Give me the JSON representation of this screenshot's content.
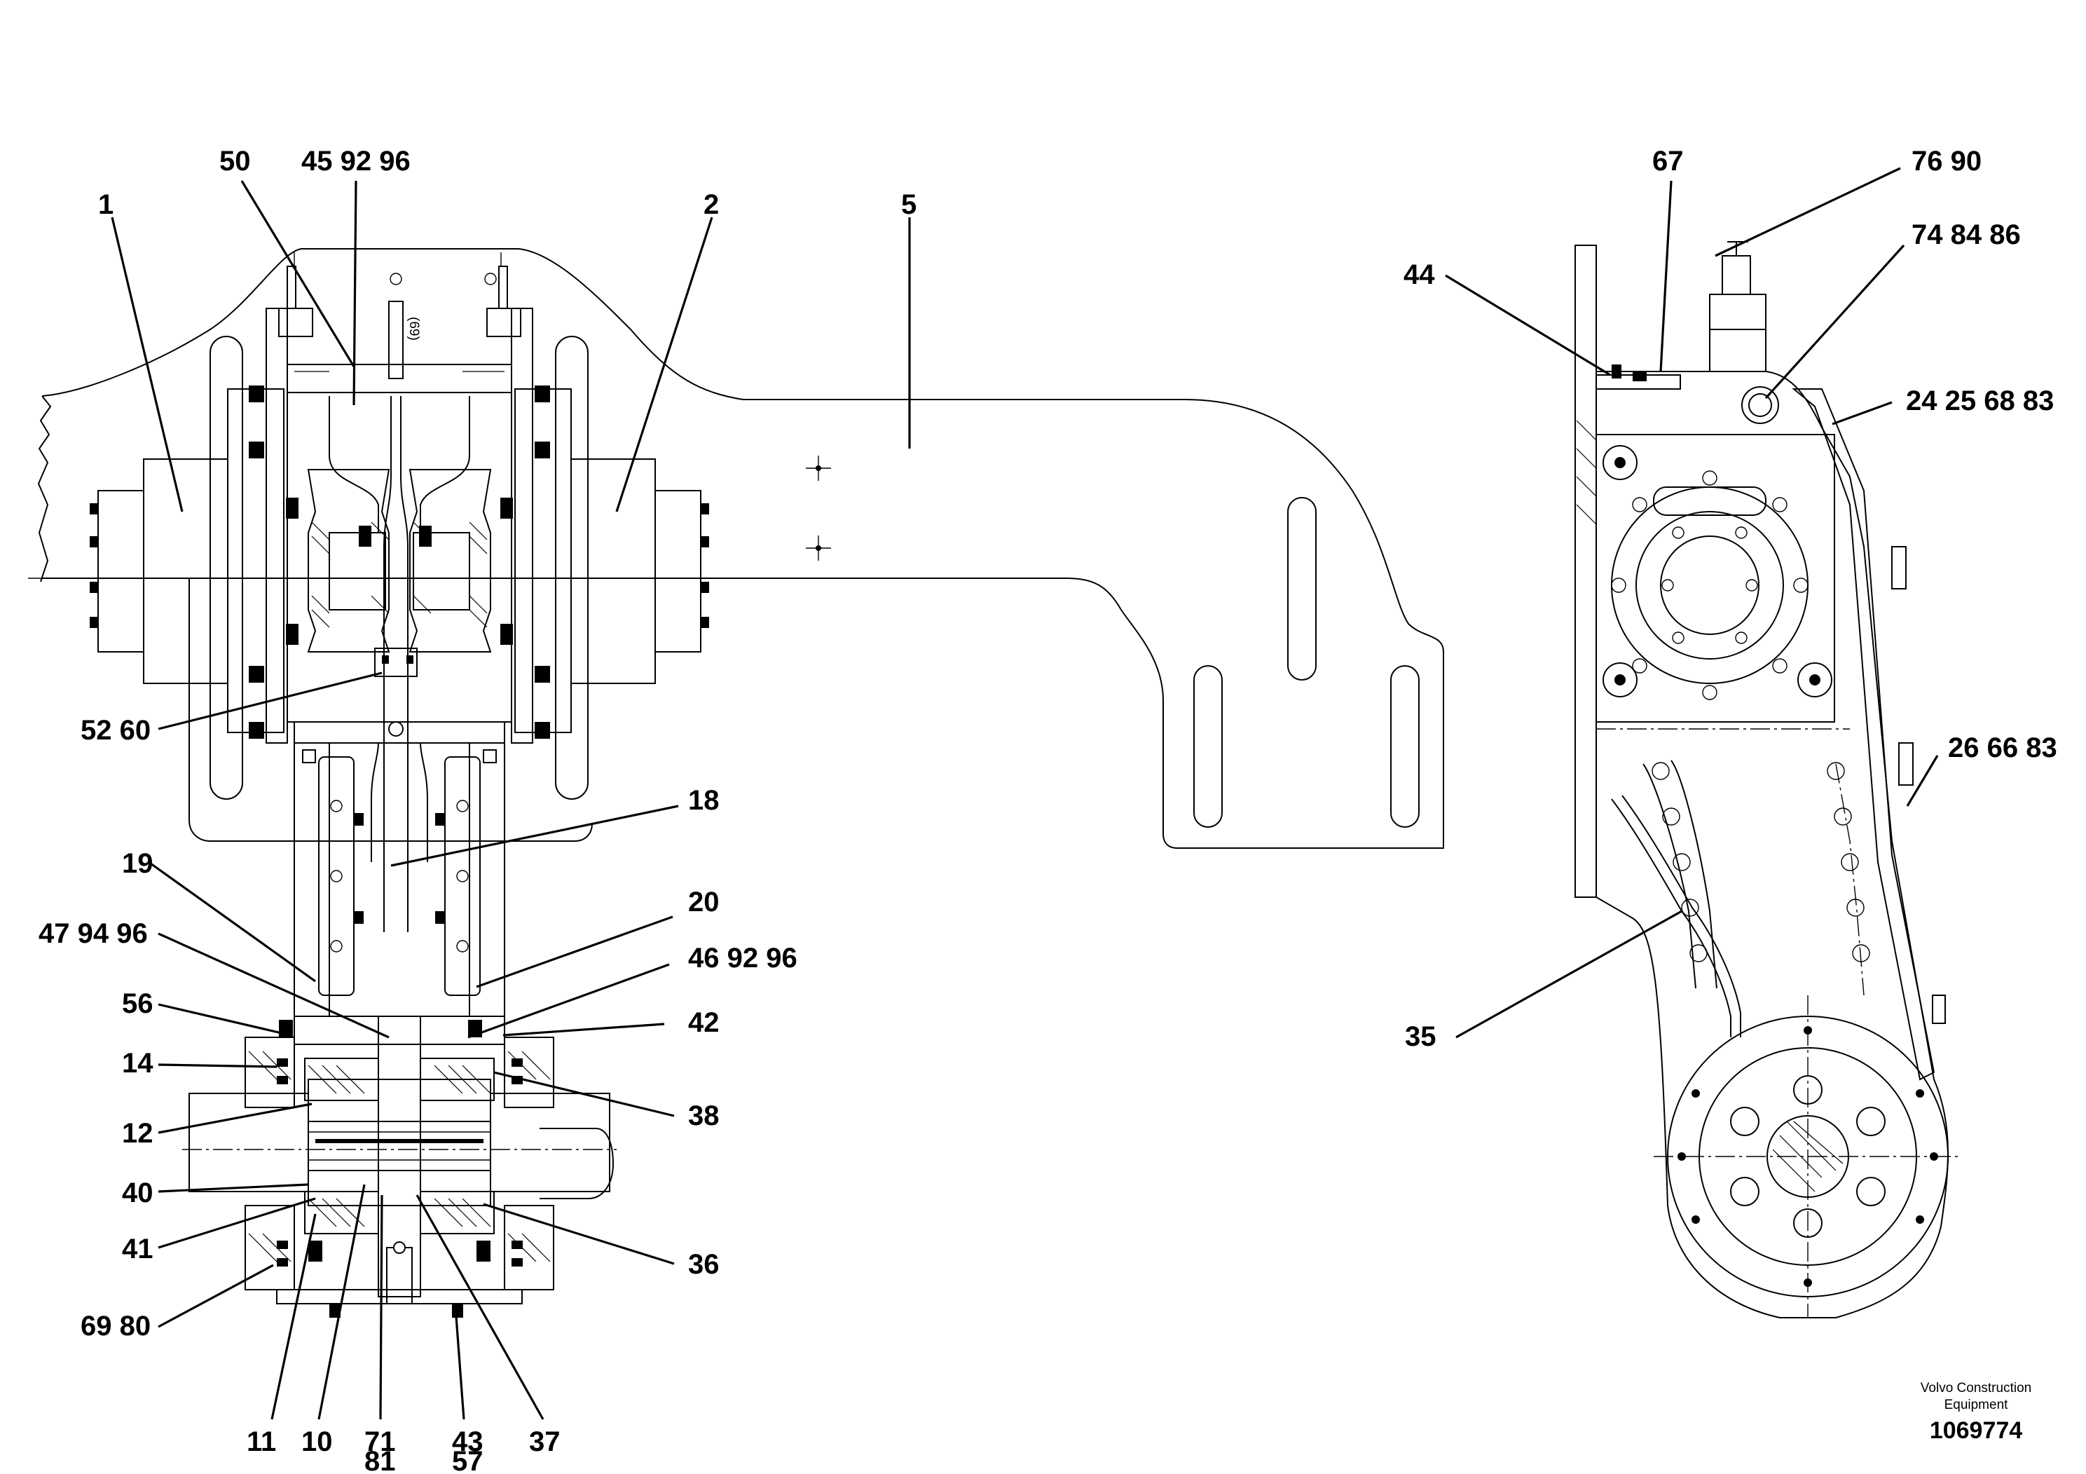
{
  "diagram": {
    "callouts": [
      {
        "id": "c1",
        "text": "1"
      },
      {
        "id": "c2",
        "text": "2"
      },
      {
        "id": "c5",
        "text": "5"
      },
      {
        "id": "c50",
        "text": "50"
      },
      {
        "id": "c45",
        "text": "45 92 96"
      },
      {
        "id": "c52",
        "text": "52 60"
      },
      {
        "id": "c18",
        "text": "18"
      },
      {
        "id": "c19",
        "text": "19"
      },
      {
        "id": "c20",
        "text": "20"
      },
      {
        "id": "c47",
        "text": "47 94 96"
      },
      {
        "id": "c46",
        "text": "46 92 96"
      },
      {
        "id": "c56",
        "text": "56"
      },
      {
        "id": "c42",
        "text": "42"
      },
      {
        "id": "c14",
        "text": "14"
      },
      {
        "id": "c38",
        "text": "38"
      },
      {
        "id": "c12",
        "text": "12"
      },
      {
        "id": "c40",
        "text": "40"
      },
      {
        "id": "c41",
        "text": "41"
      },
      {
        "id": "c36",
        "text": "36"
      },
      {
        "id": "c69",
        "text": "69 80"
      },
      {
        "id": "c11",
        "text": "11"
      },
      {
        "id": "c10",
        "text": "10"
      },
      {
        "id": "c71",
        "text": "71"
      },
      {
        "id": "c81",
        "text": "81"
      },
      {
        "id": "c43",
        "text": "43"
      },
      {
        "id": "c57",
        "text": "57"
      },
      {
        "id": "c37",
        "text": "37"
      },
      {
        "id": "c67",
        "text": "67"
      },
      {
        "id": "c76",
        "text": "76 90"
      },
      {
        "id": "c74",
        "text": "74 84 86"
      },
      {
        "id": "c44",
        "text": "44"
      },
      {
        "id": "c24",
        "text": "24 25 68 83"
      },
      {
        "id": "c26",
        "text": "26 66 83"
      },
      {
        "id": "c35",
        "text": "35"
      }
    ],
    "small_text": "(69)"
  },
  "footer": {
    "company_line1": "Volvo Construction",
    "company_line2": "Equipment",
    "drawing_number": "1069774"
  }
}
